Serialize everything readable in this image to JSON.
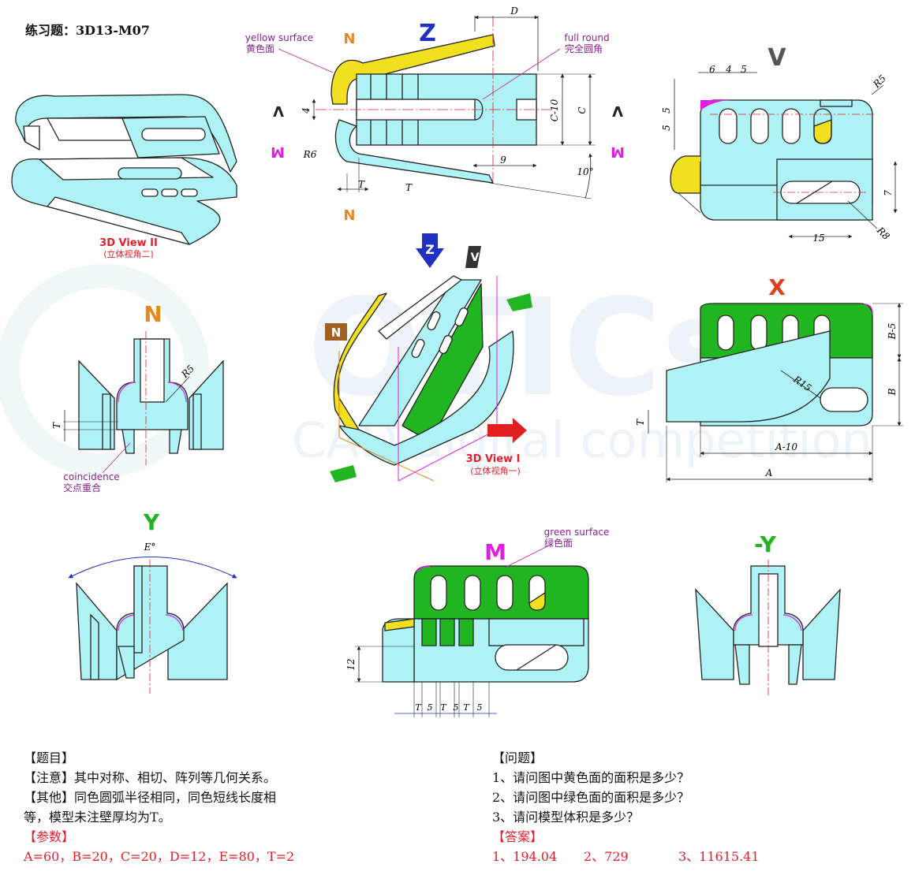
{
  "header": {
    "title": "练习题：3D13-M07"
  },
  "views": {
    "z": "Z",
    "v": "V",
    "x": "X",
    "n": "N",
    "y": "Y",
    "neg_y": "-Y",
    "m": "M",
    "side_v": "V",
    "side_m": "M",
    "side_n": "N",
    "iso_z": "Z",
    "iso_v": "V",
    "iso_n": "N"
  },
  "annotations": {
    "yellow_en": "yellow surface",
    "yellow_cn": "黄色面",
    "round_en": "full round",
    "round_cn": "完全圆角",
    "green_en": "green surface",
    "green_cn": "绿色面",
    "coin_en": "coincidence",
    "coin_cn": "交点重合",
    "view2_en": "3D View II",
    "view2_cn": "(立体视角二)",
    "view1_en": "3D View I",
    "view1_cn": "(立体视角一)"
  },
  "dims": {
    "D": "D",
    "C10": "C-10",
    "C": "C",
    "four": "4",
    "R6": "R6",
    "T": "T",
    "nine": "9",
    "ten_deg": "10°",
    "six": "6",
    "four_b": "4",
    "five": "5",
    "R5": "R5",
    "five_v": "5",
    "seven": "7",
    "fifteen": "15",
    "R8": "R8",
    "B5": "B-5",
    "B": "B",
    "R15": "R15",
    "A10": "A-10",
    "A": "A",
    "E": "E°",
    "twelve": "12"
  },
  "problem": {
    "title": "【题目】",
    "note": "【注意】其中对称、相切、阵列等几何关系。",
    "other1": "【其他】同色圆弧半径相同，同色短线长度相",
    "other2": "等，模型未注壁厚均为T。",
    "params_title": "【参数】",
    "params": "A=60，B=20，C=20，D=12，E=80，T=2"
  },
  "questions": {
    "title": "【问题】",
    "q1": "1、请问图中黄色面的面积是多少？",
    "q2": "2、请问图中绿色面的面积是多少？",
    "q3": "3、请问模型体积是多少？",
    "answer_title": "【答案】",
    "a1": "1、194.04",
    "a2": "2、729",
    "a3": "3、11615.41"
  },
  "watermark": {
    "brand": "OTICs",
    "tagline": "CAD digital competition"
  },
  "colors": {
    "cyan": "#aef2f5",
    "green": "#22b522",
    "yellow": "#f0e020",
    "magenta": "#e020e0",
    "orange": "#e08a20",
    "blue": "#2030c0"
  }
}
